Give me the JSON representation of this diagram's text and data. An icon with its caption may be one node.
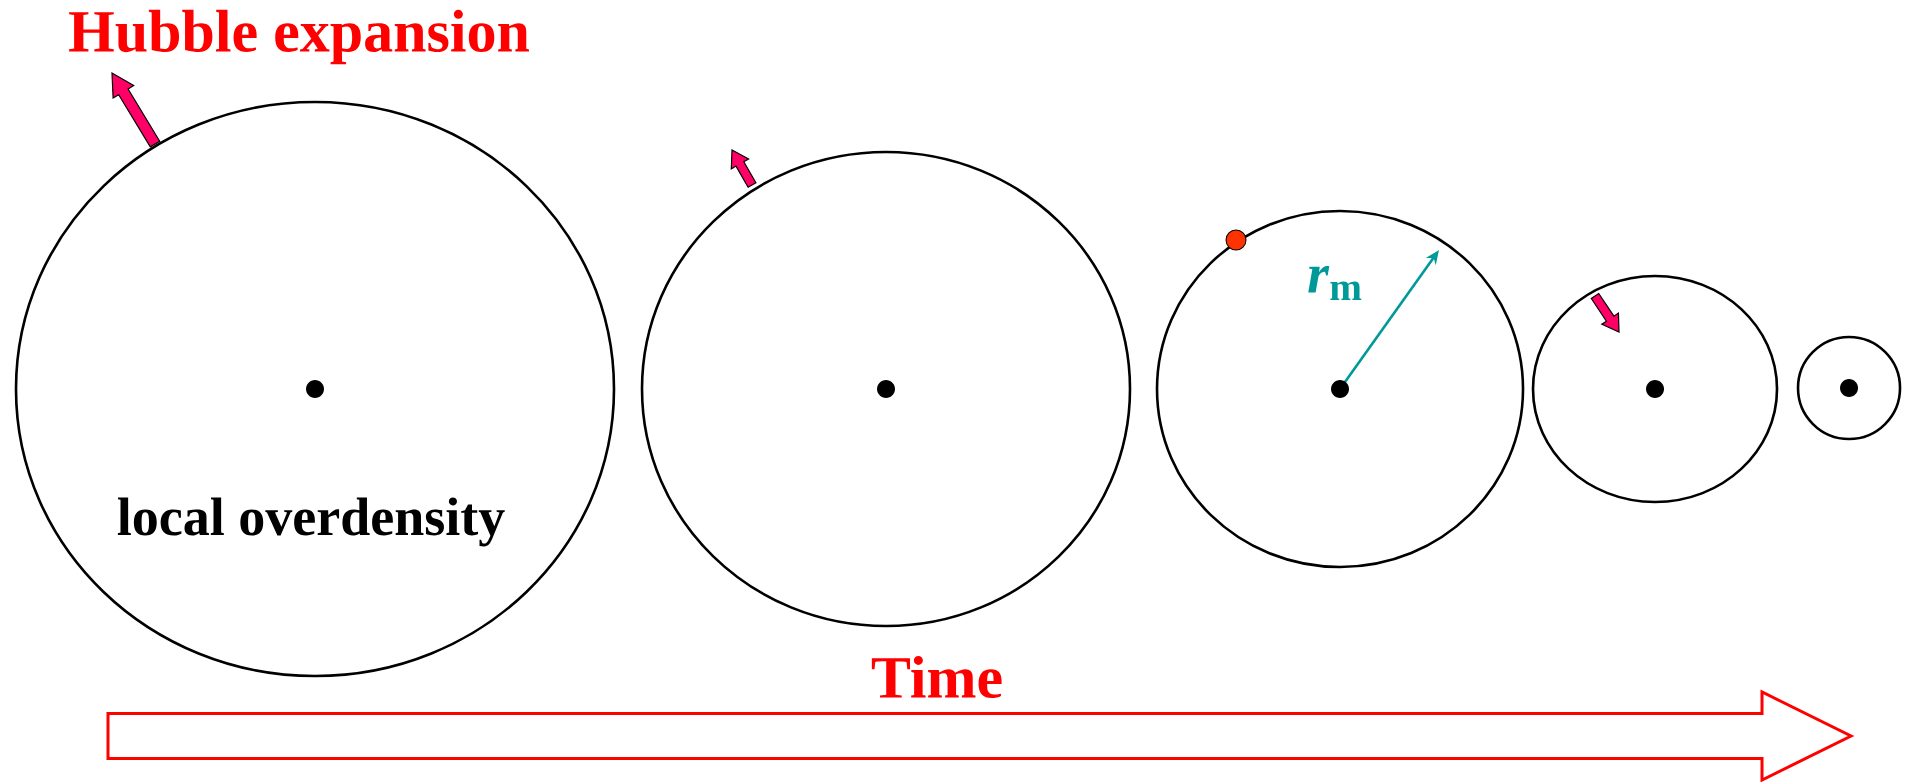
{
  "diagram": {
    "nodes": [
      {
        "text": [
          "local overdensity"
        ]
      },
      {
        "text": [],
        "shape": "circle"
      },
      {
        "text": [],
        "shape": "circle"
      },
      {
        "text": [],
        "shape": "circle"
      },
      {
        "text": [],
        "shape": "circle"
      }
    ],
    "labels": [
      "Hubble expansion",
      "*r*$_{m}$",
      "Time"
    ]
  }
}
